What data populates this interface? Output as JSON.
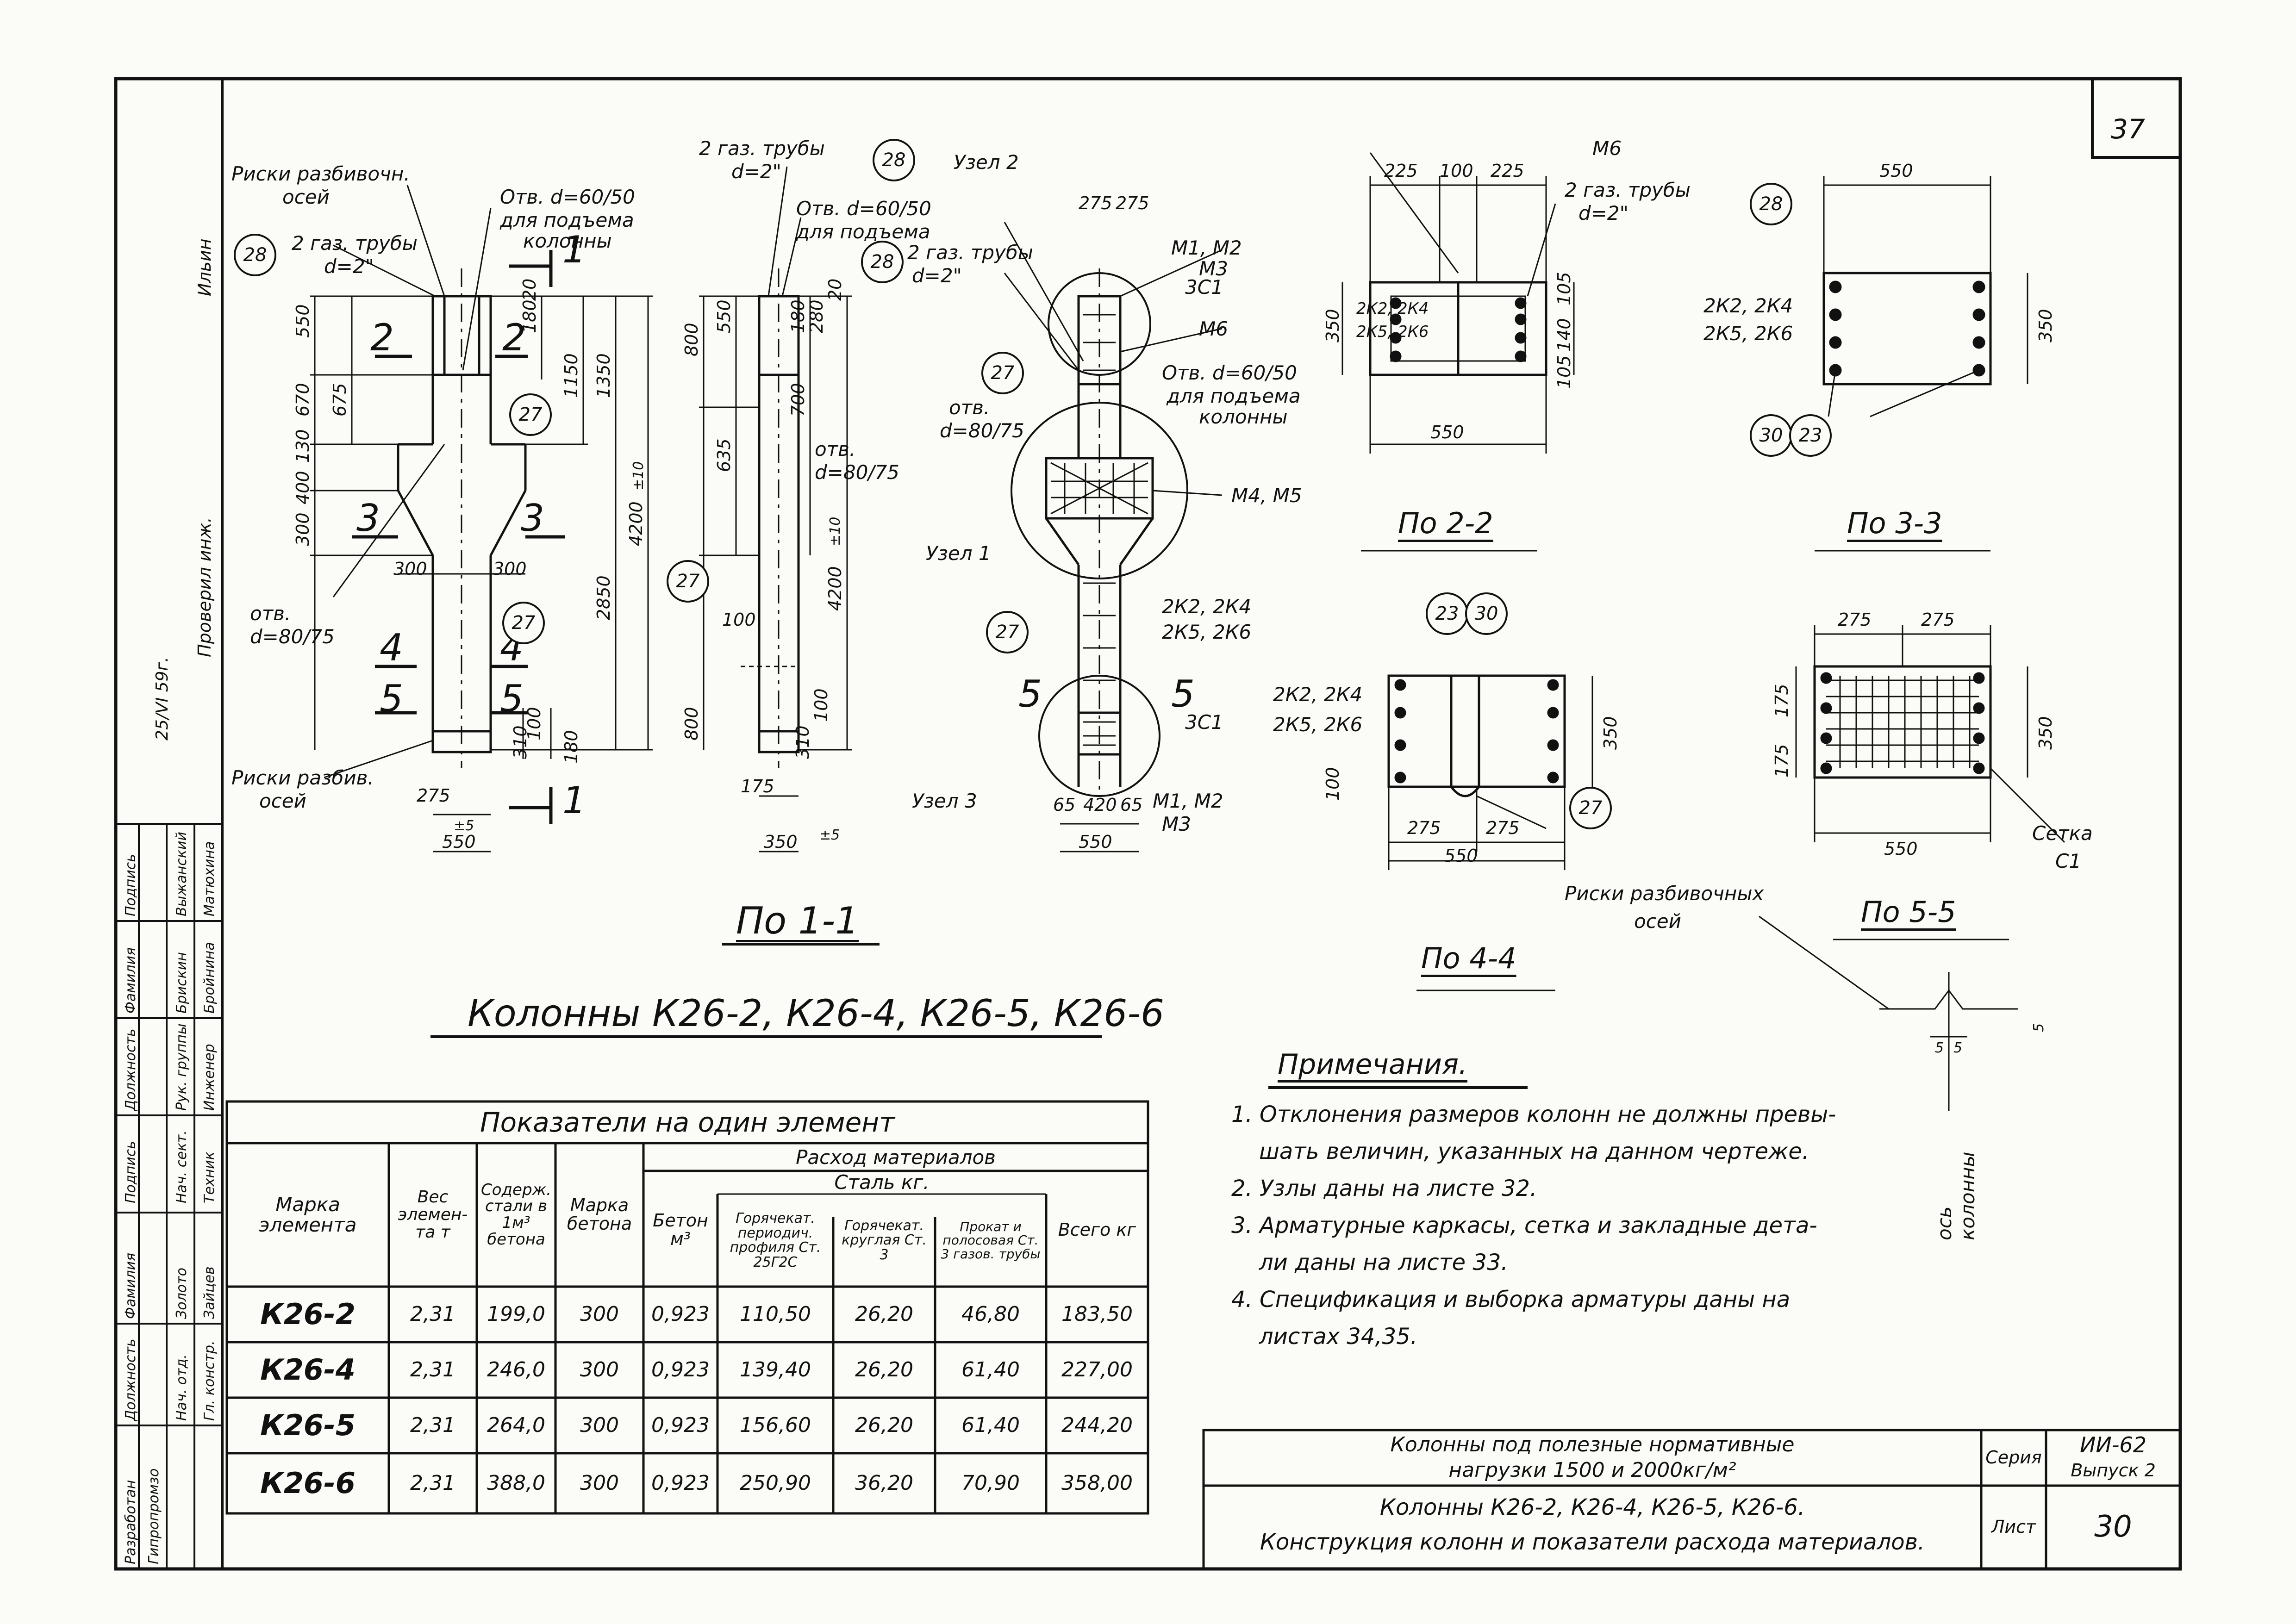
{
  "sheet_number": "37",
  "views": {
    "section_1_1": "По 1-1",
    "section_2_2": "По 2-2",
    "section_3_3": "По 3-3",
    "section_4_4": "По 4-4",
    "section_5_5": "По 5-5"
  },
  "main_title": "Колонны К26-2, К26-4, К26-5, К26-6",
  "annotations": {
    "risk_top_1": "Риски разбивочн.",
    "risk_top_2": "осей",
    "risk_bot_1": "Риски разбив.",
    "risk_bot_2": "осей",
    "gas_pipes": "2 газ. трубы",
    "d2": "d=2\"",
    "opening_1": "Отв. d=60/50",
    "opening_2": "для подъема",
    "opening_3": "колонны",
    "opening_b1": "отв.",
    "opening_b2": "d=80/75",
    "node2": "Узел 2",
    "node1": "Узел 1",
    "node3": "Узел 3",
    "m1m2": "М1, М2",
    "m3": "М3",
    "c1_3": "3С1",
    "m6": "М6",
    "m4m5": "М4, М5",
    "k24": "2К2, 2К4",
    "k56": "2К5, 2К6",
    "setka": "Сетка",
    "c1": "С1",
    "risk_axes_1": "Риски разбивочных",
    "risk_axes_2": "осей",
    "axis_col": "ось",
    "axis_col2": "колонны",
    "plusminus": "±5",
    "pm10": "±10"
  },
  "dims": {
    "d550": "550",
    "d670": "670",
    "d675": "675",
    "d400": "400",
    "d130": "130",
    "d300": "300",
    "d1150": "1150",
    "d1350": "1350",
    "d4200": "4200",
    "d2850": "2850",
    "d180": "180",
    "d20": "20",
    "d100": "100",
    "d310": "310",
    "d275": "275",
    "d800": "800",
    "d635": "635",
    "d700": "700",
    "d280": "280",
    "d175": "175",
    "d350": "350",
    "d65": "65",
    "d420": "420",
    "d225": "225",
    "d105": "105",
    "d140": "140",
    "d5": "5"
  },
  "markers": [
    "27",
    "28",
    "23",
    "30"
  ],
  "section_marks": {
    "s1": "1",
    "s2": "2",
    "s3": "3",
    "s4": "4",
    "s5": "5"
  },
  "table": {
    "title": "Показатели на один элемент",
    "headers": {
      "mark": "Марка элемента",
      "weight": "Вес элемен- та т",
      "steel_content": "Содерж. стали в 1м³ бетона",
      "concrete_grade": "Марка бетона",
      "consumption": "Расход материалов",
      "steel": "Сталь кг.",
      "concrete": "Бетон м³",
      "hot_periodic": "Горячекат. периодич. профиля Ст. 25Г2С",
      "hot_round": "Горячекат. круглая Ст. 3",
      "rolled": "Прокат и полосовая Ст. 3 газов. трубы",
      "total": "Всего кг"
    },
    "rows": [
      [
        "К26-2",
        "2,31",
        "199,0",
        "300",
        "0,923",
        "110,50",
        "26,20",
        "46,80",
        "183,50"
      ],
      [
        "К26-4",
        "2,31",
        "246,0",
        "300",
        "0,923",
        "139,40",
        "26,20",
        "61,40",
        "227,00"
      ],
      [
        "К26-5",
        "2,31",
        "264,0",
        "300",
        "0,923",
        "156,60",
        "26,20",
        "61,40",
        "244,20"
      ],
      [
        "К26-6",
        "2,31",
        "388,0",
        "300",
        "0,923",
        "250,90",
        "36,20",
        "70,90",
        "358,00"
      ]
    ]
  },
  "notes": {
    "title": "Примечания.",
    "lines": [
      "1. Отклонения размеров колонн не должны превы-",
      "шать величин, указанных на данном чертеже.",
      "2. Узлы даны на листе 32.",
      "3. Арматурные каркасы, сетка и закладные дета-",
      "ли даны на листе 33.",
      "4. Спецификация и выборка арматуры даны на",
      "листах 34,35."
    ]
  },
  "title_block": {
    "line1": "Колонны под полезные нормативные",
    "line2": "нагрузки 1500 и 2000кг/м²",
    "line3": "Колонны К26-2, К26-4, К26-5, К26-6.",
    "line4": "Конструкция колонн и показатели расхода материалов.",
    "series_label": "Серия",
    "series_value": "ИИ-62",
    "issue": "Выпуск 2",
    "sheet_label": "Лист",
    "sheet_value": "30"
  },
  "stamp": {
    "developed": "Разработан",
    "org": "Гипропромзо",
    "position": "Должность",
    "surname": "Фамилия",
    "signature": "Подпись",
    "rows": [
      "Нач. отд.",
      "Гл. констр.",
      "Нач. сект.",
      "Рук. группы",
      "Инженер",
      "Техник"
    ],
    "names": [
      "Золото",
      "Зайцев",
      "Выжанский",
      "Брискин",
      "Бройнина",
      "Матюхина"
    ],
    "checked": "Проверил инж.",
    "checked_name": "Ильин",
    "date": "25/VI 59г."
  }
}
